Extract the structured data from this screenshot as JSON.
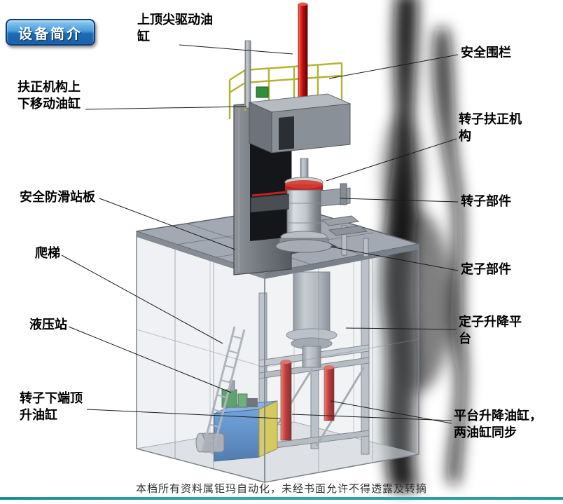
{
  "badge": {
    "label": "设备简介"
  },
  "callouts": [
    {
      "id": "top-tip-drive-cylinder",
      "text": "上顶尖驱动油缸"
    },
    {
      "id": "safety-fence",
      "text": "安全围栏"
    },
    {
      "id": "centering-mechanism-lift-cylinder",
      "text": "扶正机构上下移动油缸"
    },
    {
      "id": "rotor-centering-mechanism",
      "text": "转子扶正机构"
    },
    {
      "id": "safety-anti-slip-platform",
      "text": "安全防滑站板"
    },
    {
      "id": "rotor-part",
      "text": "转子部件"
    },
    {
      "id": "ladder",
      "text": "爬梯"
    },
    {
      "id": "stator-part",
      "text": "定子部件"
    },
    {
      "id": "hydraulic-station",
      "text": "液压站"
    },
    {
      "id": "stator-lift-platform",
      "text": "定子升降平台"
    },
    {
      "id": "rotor-bottom-jack-cylinder",
      "text": "转子下端顶升油缸"
    },
    {
      "id": "platform-lift-cylinders",
      "text": "平台升降油缸，两油缸同步"
    }
  ],
  "footer": {
    "text": "本档所有资料属钜玛自动化，未经书面允许不得透露及转摘"
  },
  "colors": {
    "badge_blue": "#2b7fd0",
    "cylinder_red": "#c01010",
    "hydraulic_blue": "#2a72c8",
    "hydraulic_yellow": "#d9c93c",
    "railing_yellow": "#b3b338",
    "accent_teal": "#27999f",
    "steel_gray": "#a3a9b3"
  }
}
